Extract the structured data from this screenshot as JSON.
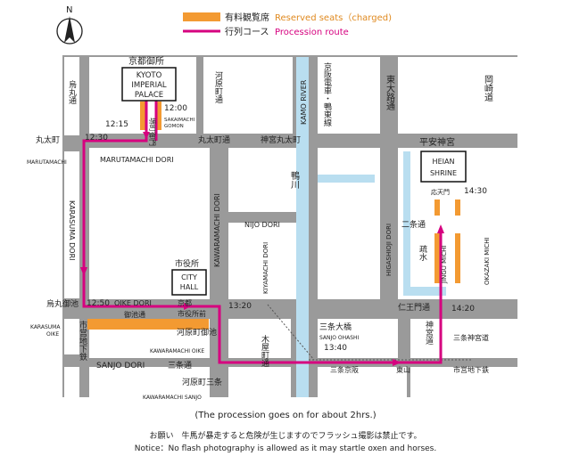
{
  "legend": {
    "reserved_jp": "有料観覧席",
    "reserved_en": "Reserved seats（charged)",
    "route_jp": "行列コース",
    "route_en": "Procession route",
    "compass": "N"
  },
  "colors": {
    "route": "#d6007f",
    "seats": "#f39a32",
    "river": "#b9def0",
    "road": "#9a9a9a",
    "block": "#ffffff"
  },
  "places": {
    "kyoto_gosho_jp": "京都御所",
    "kyoto_palace_1": "KYOTO",
    "kyoto_palace_2": "IMPERIAL",
    "kyoto_palace_3": "PALACE",
    "city_hall_jp": "市役所",
    "city_hall_1": "CITY",
    "city_hall_2": "HALL",
    "heian_jingu_jp": "平安神宮",
    "heian_1": "HEIAN",
    "heian_2": "SHRINE"
  },
  "streets": {
    "karasuma_jp": "烏丸通",
    "karasuma_en": "KARASUMA DORI",
    "marutamachi_jp": "丸太町",
    "marutamachi_en": "MARUTAMACHI",
    "marutamachi_dori": "MARUTAMACHI DORI",
    "marutamachi_dori_jp": "丸太町通",
    "jingu_marutamachi": "神宮丸太町",
    "kawaramachi_jp": "河原町通",
    "kawaramachi_dori": "KAWARAMACHI DORI",
    "kamo_river": "KAMO RIVER",
    "kamogawa_jp": "鴨川",
    "keihan_jp": "京阪電車・鴨東線",
    "higashiojidori_jp": "東大路通",
    "okazaki_jp": "岡崎道",
    "okazaki_en": "OKAZAKI MICHI",
    "nijo_dori": "NIJO DORI",
    "nijo_jp": "二条通",
    "kiyamachi_dori": "KIYAMACHI DORI",
    "higashioji_dori": "HIGASHIOJI DORI",
    "jingu_michi": "JINGU MICHI",
    "sosui_jp": "疏水",
    "oike_dori": "OIKE DORI",
    "oike_jp": "御池通",
    "karasuma_oike_jp": "烏丸御池",
    "karasuma_oike_en_1": "KARASUMA",
    "karasuma_oike_en_2": "OIKE",
    "shiyakushomae_jp": "市役所前",
    "kyoto_jp": "京都",
    "kawaramachi_oike_jp": "河原町御池",
    "kawaramachi_oike_en": "KAWARAMACHI OIKE",
    "shijo_subway_jp": "市営地下鉄",
    "sanjo_dori": "SANJO DORI",
    "sanjo_dori_jp": "三条通",
    "kiyamachi_jp": "木屋町通",
    "sanjo_ohashi_jp": "三条大橋",
    "sanjo_ohashi_en": "SANJO OHASHI",
    "sanjo_keihan_jp": "三条京阪",
    "higashiyama_jp": "東山",
    "shiei_subway_2": "市営地下鉄",
    "kawaramachi_sanjo_jp": "河原町三条",
    "kawaramachi_sanjo_en": "KAWARAMACHI SANJO",
    "niomon_jp": "仁王門通",
    "jingumichi_jp": "神宮道",
    "jingu_sando_jp": "神宮道",
    "sakaimachi_gomon_jp": "堺町御門",
    "sakaimachi_gomon_1": "SAKAIMACHI",
    "sakaimachi_gomon_2": "GOMON",
    "otorii_jp": "応天門",
    "sanjo_jingu_jp": "三条神宮道"
  },
  "times": {
    "t1200": "12:00",
    "t1215": "12:15",
    "t1230": "12:30",
    "t1250": "12:50",
    "t1320": "13:20",
    "t1340": "13:40",
    "t1420": "14:20",
    "t1430": "14:30"
  },
  "notes": {
    "duration": "(The procession goes on for about 2hrs.)",
    "jp": "お願い　牛馬が暴走すると危険が生じますのでフラッシュ撮影は禁止です。",
    "en": "Notice：No flash photography is allowed as it may startle oxen and horses."
  }
}
